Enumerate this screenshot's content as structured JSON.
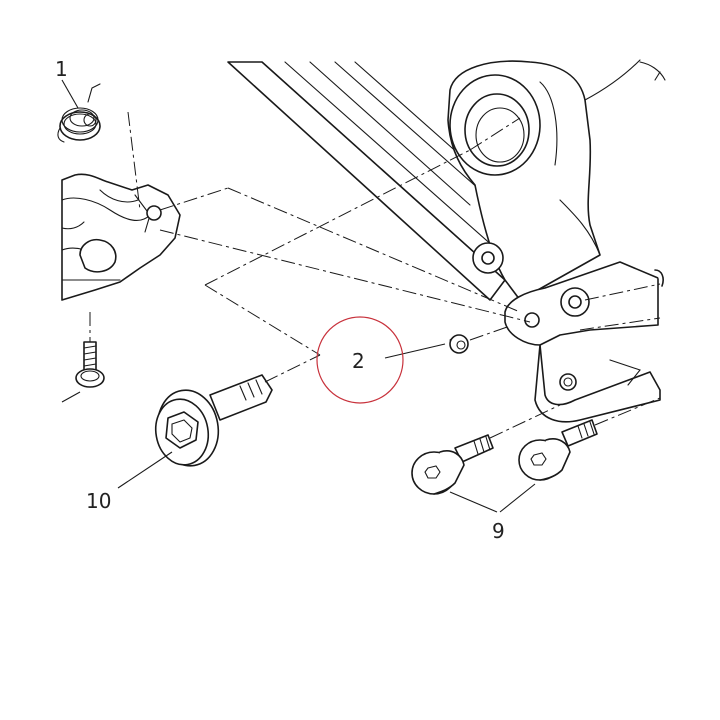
{
  "callouts": {
    "part_1": "1",
    "part_2": "2",
    "part_9": "9",
    "part_10": "10"
  },
  "colors": {
    "line": "#1a1a1a",
    "highlight_circle": "#c8323c",
    "background": "#ffffff"
  }
}
